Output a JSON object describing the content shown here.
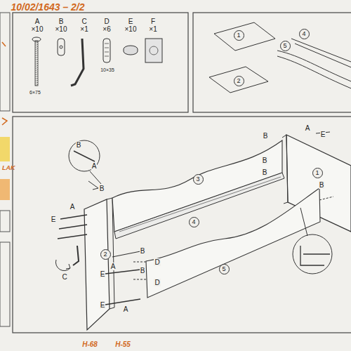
{
  "diagram": {
    "nodes": [
      {
        "text": [
          "1"
        ]
      },
      {
        "text": [
          "2"
        ]
      },
      {
        "text": [
          "4"
        ]
      },
      {
        "text": [
          "5"
        ]
      },
      {
        "text": [
          "3"
        ]
      },
      {
        "text": [
          "4"
        ]
      },
      {
        "text": [
          "5"
        ]
      },
      {
        "text": [
          "1"
        ]
      },
      {
        "text": [
          "2"
        ]
      }
    ],
    "labels": [
      "10/02/1643 – 2/2",
      "A",
      "×10",
      "B",
      "×10",
      "C",
      "×1",
      "D",
      "×6",
      "E",
      "×10",
      "F",
      "×1",
      "10×35",
      "6×75",
      "B",
      "A",
      "B",
      "A",
      "E",
      "B",
      "B",
      "B",
      "B",
      "A",
      "E",
      "C",
      "B",
      "B",
      "A",
      "E",
      "D",
      "D",
      "E",
      "A",
      "LAK",
      "H-68",
      "H-55"
    ]
  }
}
